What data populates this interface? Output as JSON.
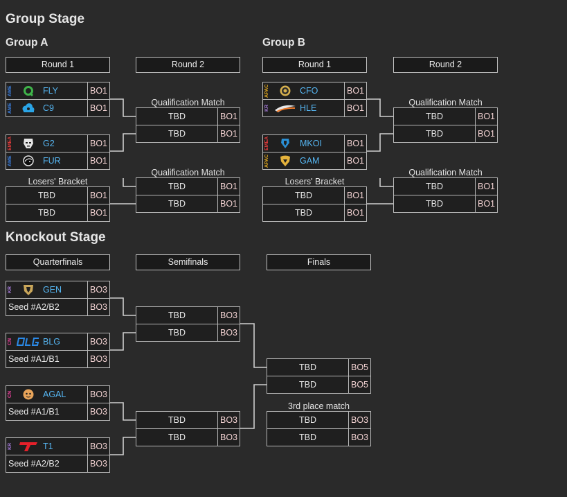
{
  "group_stage": {
    "title": "Group Stage",
    "groups": [
      {
        "name": "Group A",
        "round_headers": [
          "Round 1",
          "Round 2"
        ],
        "round1": [
          {
            "teams": [
              {
                "region": "AME",
                "name": "FLY",
                "logo": "fly-logo-icon",
                "format": "BO1"
              },
              {
                "region": "AME",
                "name": "C9",
                "logo": "c9-logo-icon",
                "format": "BO1"
              }
            ]
          },
          {
            "teams": [
              {
                "region": "EMEA",
                "name": "G2",
                "logo": "g2-logo-icon",
                "format": "BO1"
              },
              {
                "region": "AME",
                "name": "FUR",
                "logo": "fur-logo-icon",
                "format": "BO1"
              }
            ]
          }
        ],
        "losers_bracket": {
          "label": "Losers' Bracket",
          "teams": [
            {
              "name": "TBD",
              "format": "BO1"
            },
            {
              "name": "TBD",
              "format": "BO1"
            }
          ]
        },
        "round2": [
          {
            "label": "Qualification Match",
            "teams": [
              {
                "name": "TBD",
                "format": "BO1"
              },
              {
                "name": "TBD",
                "format": "BO1"
              }
            ]
          },
          {
            "label": "Qualification Match",
            "teams": [
              {
                "name": "TBD",
                "format": "BO1"
              },
              {
                "name": "TBD",
                "format": "BO1"
              }
            ]
          }
        ]
      },
      {
        "name": "Group B",
        "round_headers": [
          "Round 1",
          "Round 2"
        ],
        "round1": [
          {
            "teams": [
              {
                "region": "APAC",
                "name": "CFO",
                "logo": "cfo-logo-icon",
                "format": "BO1"
              },
              {
                "region": "KR",
                "name": "HLE",
                "logo": "hle-logo-icon",
                "format": "BO1"
              }
            ]
          },
          {
            "teams": [
              {
                "region": "EMEA",
                "name": "MKOI",
                "logo": "mkoi-logo-icon",
                "format": "BO1"
              },
              {
                "region": "APAC",
                "name": "GAM",
                "logo": "gam-logo-icon",
                "format": "BO1"
              }
            ]
          }
        ],
        "losers_bracket": {
          "label": "Losers' Bracket",
          "teams": [
            {
              "name": "TBD",
              "format": "BO1"
            },
            {
              "name": "TBD",
              "format": "BO1"
            }
          ]
        },
        "round2": [
          {
            "label": "Qualification Match",
            "teams": [
              {
                "name": "TBD",
                "format": "BO1"
              },
              {
                "name": "TBD",
                "format": "BO1"
              }
            ]
          },
          {
            "label": "Qualification Match",
            "teams": [
              {
                "name": "TBD",
                "format": "BO1"
              },
              {
                "name": "TBD",
                "format": "BO1"
              }
            ]
          }
        ]
      }
    ]
  },
  "knockout_stage": {
    "title": "Knockout Stage",
    "round_headers": [
      "Quarterfinals",
      "Semifinals",
      "Finals"
    ],
    "quarterfinals": [
      {
        "teams": [
          {
            "region": "KR",
            "name": "GEN",
            "logo": "gen-logo-icon",
            "format": "BO3"
          },
          {
            "name": "Seed #A2/B2",
            "format": "BO3"
          }
        ]
      },
      {
        "teams": [
          {
            "region": "CN",
            "name": "BLG",
            "logo": "blg-logo-icon",
            "format": "BO3"
          },
          {
            "name": "Seed #A1/B1",
            "format": "BO3"
          }
        ]
      },
      {
        "teams": [
          {
            "region": "CN",
            "name": "AGAL",
            "logo": "agal-logo-icon",
            "format": "BO3"
          },
          {
            "name": "Seed #A1/B1",
            "format": "BO3"
          }
        ]
      },
      {
        "teams": [
          {
            "region": "KR",
            "name": "T1",
            "logo": "t1-logo-icon",
            "format": "BO3"
          },
          {
            "name": "Seed #A2/B2",
            "format": "BO3"
          }
        ]
      }
    ],
    "semifinals": [
      {
        "teams": [
          {
            "name": "TBD",
            "format": "BO3"
          },
          {
            "name": "TBD",
            "format": "BO3"
          }
        ]
      },
      {
        "teams": [
          {
            "name": "TBD",
            "format": "BO3"
          },
          {
            "name": "TBD",
            "format": "BO3"
          }
        ]
      }
    ],
    "finals": {
      "teams": [
        {
          "name": "TBD",
          "format": "BO5"
        },
        {
          "name": "TBD",
          "format": "BO5"
        }
      ]
    },
    "third_place_match": {
      "label": "3rd place match",
      "teams": [
        {
          "name": "TBD",
          "format": "BO3"
        },
        {
          "name": "TBD",
          "format": "BO3"
        }
      ]
    }
  },
  "colors": {
    "background": "#2a2a2a",
    "team_name": "#56b6f2",
    "format_text": "#f2d2d2",
    "regions": {
      "AME": "#3b7fe0",
      "EMEA": "#e23b3b",
      "KR": "#a47ad8",
      "APAC": "#dda51f",
      "CN": "#e6419a"
    }
  }
}
